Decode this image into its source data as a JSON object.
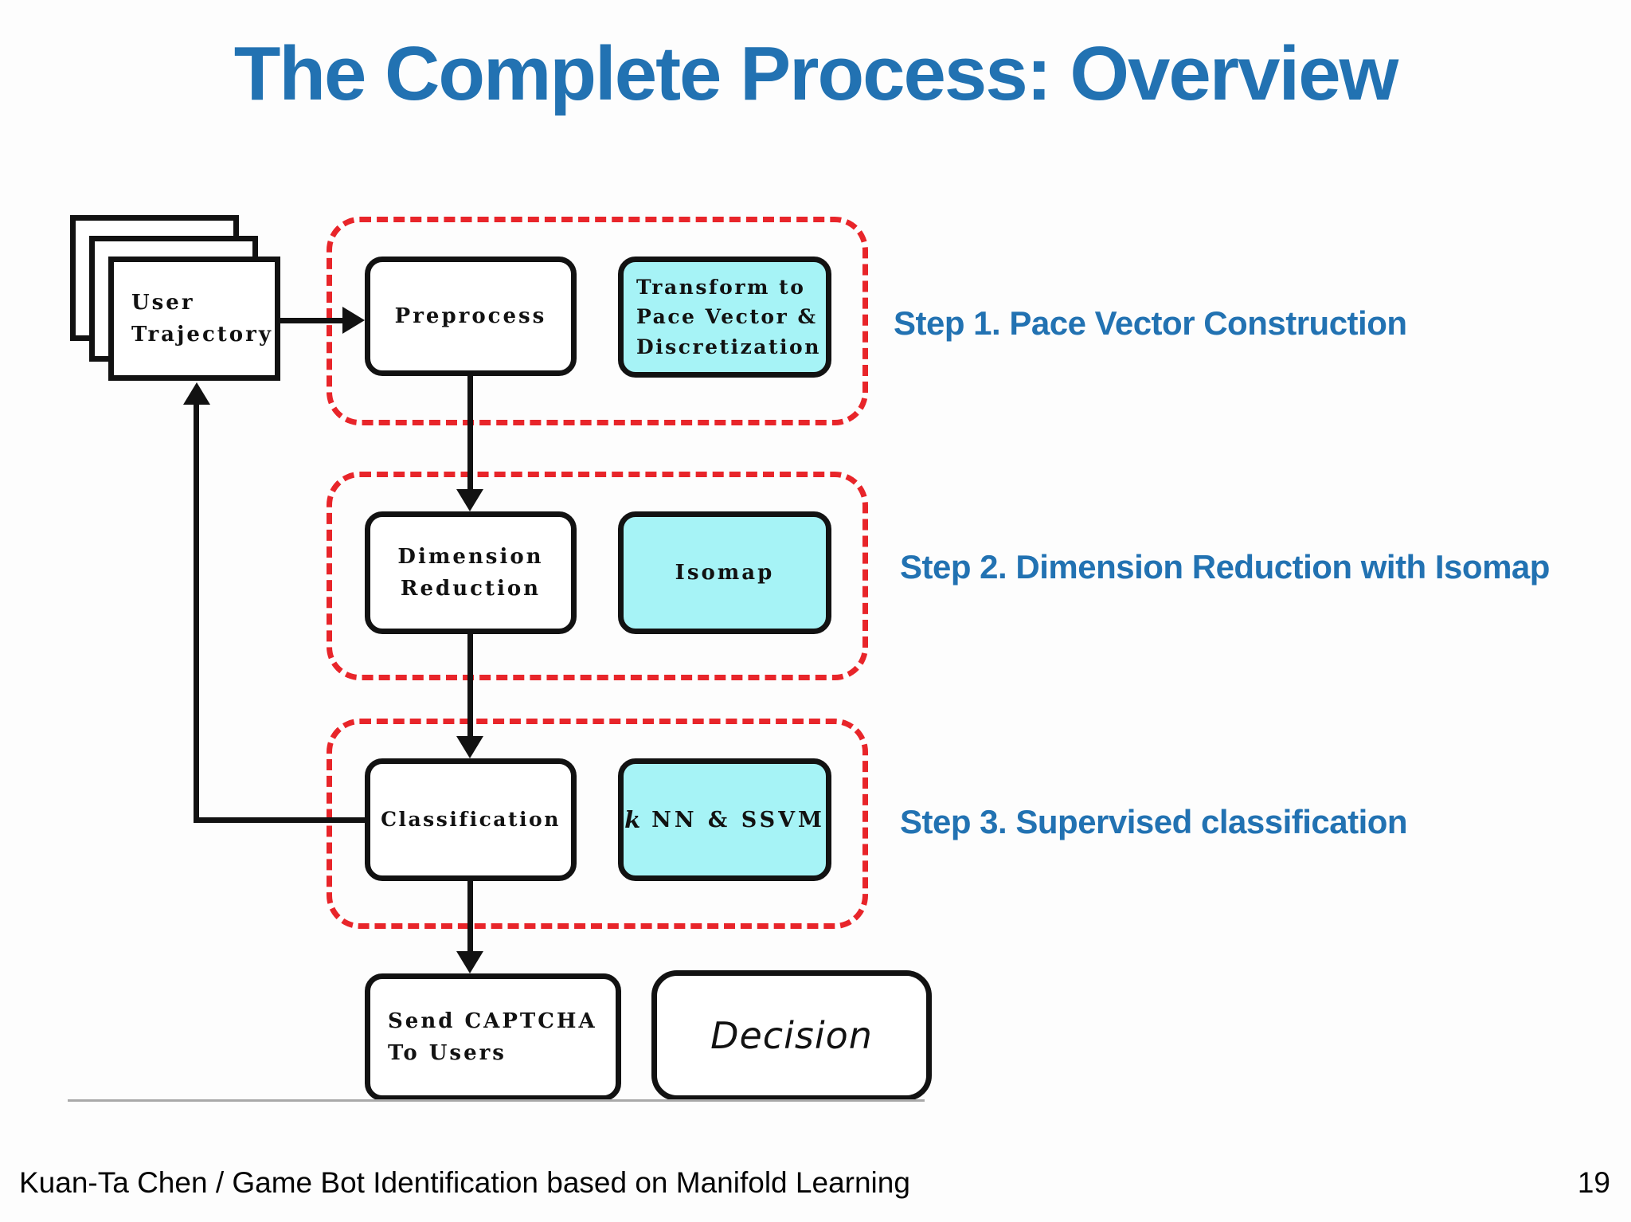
{
  "slide": {
    "title": "The Complete Process: Overview",
    "footer": {
      "credit": "Kuan-Ta Chen / Game Bot Identification based on Manifold Learning",
      "page_number": "19"
    }
  },
  "flowchart": {
    "user_trajectory": {
      "line1": "User",
      "line2": "Trajectory"
    },
    "preprocess": {
      "label": "Preprocess"
    },
    "transform": {
      "line1": "Transform to",
      "line2": "Pace Vector &",
      "line3": "Discretization"
    },
    "dimension_reduction": {
      "line1": "Dimension",
      "line2": "Reduction"
    },
    "isomap": {
      "label": "Isomap"
    },
    "classification": {
      "label": "Classification"
    },
    "knn_ssvm": {
      "k": "k",
      "rest": "NN & SSVM"
    },
    "send_captcha": {
      "line1": "Send CAPTCHA",
      "line2": "To Users"
    },
    "decision": {
      "label": "Decision"
    }
  },
  "step_labels": [
    "Step 1. Pace Vector Construction",
    "Step 2. Dimension Reduction with Isomap",
    "Step 3. Supervised classification"
  ],
  "colors": {
    "accent_blue": "#2272b2",
    "box_cyan": "#a6f3f6",
    "dashed_red": "#e8252a"
  }
}
